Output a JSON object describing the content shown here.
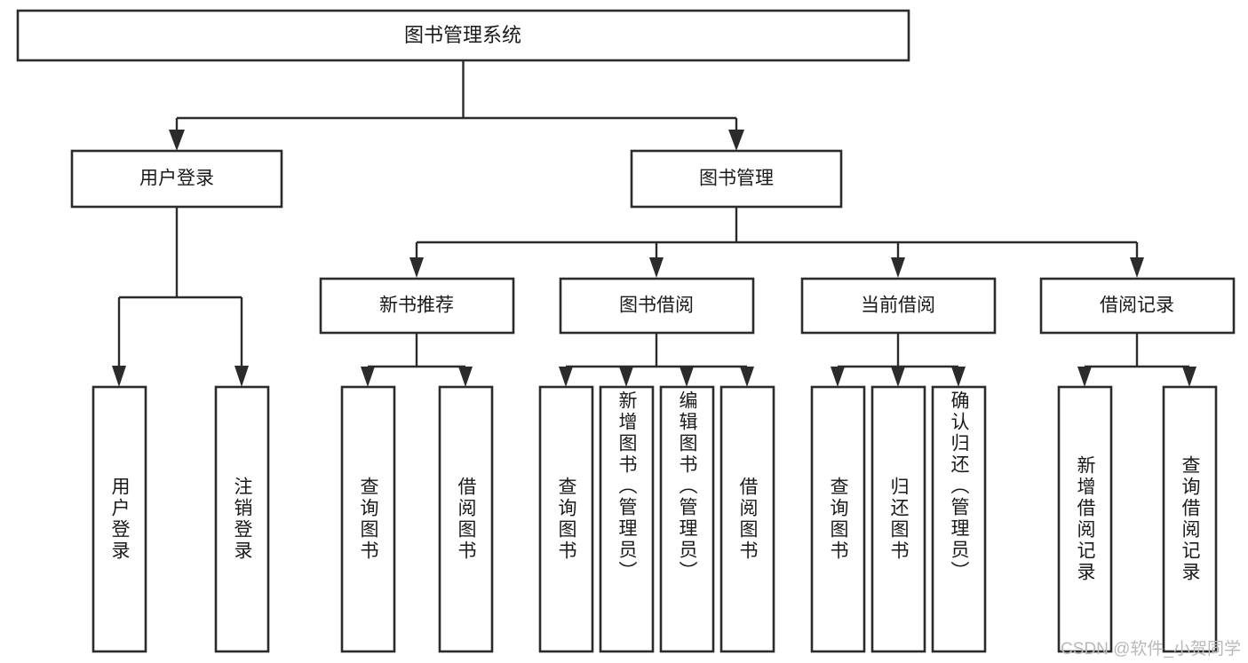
{
  "diagram": {
    "type": "hierarchy-tree",
    "title_node": {
      "id": "root",
      "label": "图书管理系统"
    },
    "level2": [
      {
        "id": "user-login",
        "label": "用户登录"
      },
      {
        "id": "book-manage",
        "label": "图书管理"
      }
    ],
    "level3": [
      {
        "id": "new-book-recommend",
        "label": "新书推荐",
        "parent": "book-manage"
      },
      {
        "id": "book-borrow",
        "label": "图书借阅",
        "parent": "book-manage"
      },
      {
        "id": "current-borrow",
        "label": "当前借阅",
        "parent": "book-manage"
      },
      {
        "id": "borrow-record",
        "label": "借阅记录",
        "parent": "book-manage"
      }
    ],
    "leaves": [
      {
        "id": "leaf-user-login",
        "label": "用户登录",
        "parent": "user-login"
      },
      {
        "id": "leaf-logout-login",
        "label": "注销登录",
        "parent": "user-login"
      },
      {
        "id": "leaf-query-book-1",
        "label": "查询图书",
        "parent": "new-book-recommend"
      },
      {
        "id": "leaf-borrow-book-1",
        "label": "借阅图书",
        "parent": "new-book-recommend"
      },
      {
        "id": "leaf-query-book-2",
        "label": "查询图书",
        "parent": "book-borrow"
      },
      {
        "id": "leaf-add-book",
        "label": "新增图书（管理员）",
        "parent": "book-borrow"
      },
      {
        "id": "leaf-edit-book",
        "label": "编辑图书（管理员）",
        "parent": "book-borrow"
      },
      {
        "id": "leaf-borrow-book-2",
        "label": "借阅图书",
        "parent": "book-borrow"
      },
      {
        "id": "leaf-query-book-3",
        "label": "查询图书",
        "parent": "current-borrow"
      },
      {
        "id": "leaf-return-book",
        "label": "归还图书",
        "parent": "current-borrow"
      },
      {
        "id": "leaf-confirm-return",
        "label": "确认归还（管理员）",
        "parent": "current-borrow"
      },
      {
        "id": "leaf-add-record",
        "label": "新增借阅记录",
        "parent": "borrow-record"
      },
      {
        "id": "leaf-query-record",
        "label": "查询借阅记录",
        "parent": "borrow-record"
      }
    ],
    "watermark": "CSDN @软件_小贺同学",
    "colors": {
      "stroke": "#2b2b2b",
      "fill": "#ffffff",
      "text": "#1a1a1a",
      "watermark": "#b9b9b9",
      "background": "#ffffff"
    }
  }
}
